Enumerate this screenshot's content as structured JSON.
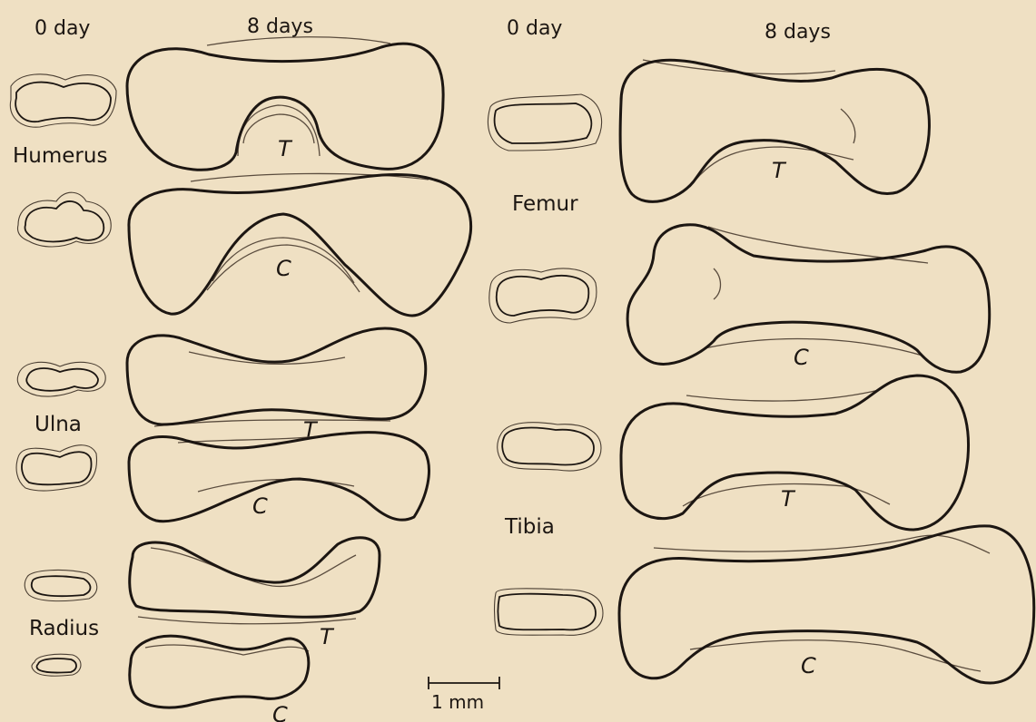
{
  "headers": {
    "left_0day": "0 day",
    "left_8days": "8 days",
    "right_0day": "0 day",
    "right_8days": "8 days"
  },
  "bones": {
    "humerus": "Humerus",
    "ulna": "Ulna",
    "radius": "Radius",
    "femur": "Femur",
    "tibia": "Tibia"
  },
  "markers": {
    "T": "T",
    "C": "C"
  },
  "scale_label": "1 mm"
}
